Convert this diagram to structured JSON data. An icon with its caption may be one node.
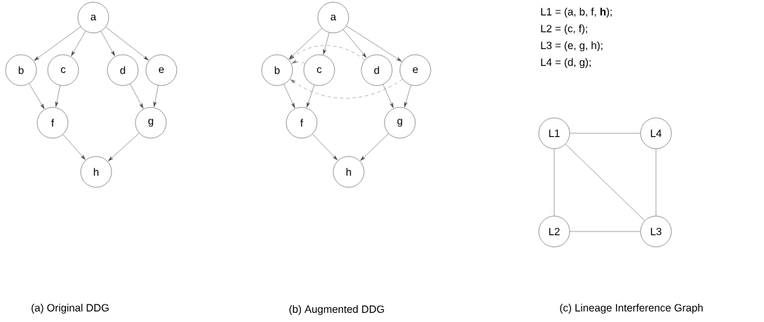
{
  "diagram": {
    "nodes": [
      {
        "text": [
          "a"
        ]
      },
      {
        "text": [
          "b"
        ]
      },
      {
        "text": [
          "c"
        ]
      },
      {
        "text": [
          "d"
        ]
      },
      {
        "text": [
          "e"
        ]
      },
      {
        "text": [
          "f"
        ]
      },
      {
        "text": [
          "g"
        ]
      },
      {
        "text": [
          "h"
        ]
      },
      {
        "text": [
          "a"
        ]
      },
      {
        "text": [
          "b"
        ]
      },
      {
        "text": [
          "c"
        ]
      },
      {
        "text": [
          "d"
        ]
      },
      {
        "text": [
          "e"
        ]
      },
      {
        "text": [
          "f"
        ]
      },
      {
        "text": [
          "g"
        ]
      },
      {
        "text": [
          "h"
        ]
      },
      {
        "text": [
          "L1"
        ]
      },
      {
        "text": [
          "L4"
        ]
      },
      {
        "text": [
          "L2"
        ]
      },
      {
        "text": [
          "L3"
        ]
      }
    ],
    "edges": [
      {
        "from": 0,
        "to": 1,
        "arrow": "to"
      },
      {
        "from": 0,
        "to": 2,
        "arrow": "to"
      },
      {
        "from": 0,
        "to": 3,
        "arrow": "to"
      },
      {
        "from": 0,
        "to": 4,
        "arrow": "to"
      },
      {
        "from": 1,
        "to": 5,
        "arrow": "to"
      },
      {
        "from": 2,
        "to": 5,
        "arrow": "to"
      },
      {
        "from": 3,
        "to": 6,
        "arrow": "to"
      },
      {
        "from": 4,
        "to": 6,
        "arrow": "to"
      },
      {
        "from": 5,
        "to": 7,
        "arrow": "to"
      },
      {
        "from": 6,
        "to": 7,
        "arrow": "to"
      },
      {
        "from": 8,
        "to": 9,
        "arrow": "to"
      },
      {
        "from": 8,
        "to": 10,
        "arrow": "to"
      },
      {
        "from": 8,
        "to": 11,
        "arrow": "to"
      },
      {
        "from": 8,
        "to": 12,
        "arrow": "to"
      },
      {
        "from": 9,
        "to": 13,
        "arrow": "to"
      },
      {
        "from": 10,
        "to": 13,
        "arrow": "to"
      },
      {
        "from": 11,
        "to": 14,
        "arrow": "to"
      },
      {
        "from": 12,
        "to": 14,
        "arrow": "to"
      },
      {
        "from": 13,
        "to": 15,
        "arrow": "to"
      },
      {
        "from": 14,
        "to": 15,
        "arrow": "to"
      },
      {
        "from": 10,
        "to": 9,
        "arrow": "to",
        "style": "dashed",
        "color": "#707070"
      },
      {
        "from": 11,
        "to": 9,
        "arrow": "to",
        "style": "dashed",
        "color": "#707070"
      },
      {
        "from": 12,
        "to": 9,
        "arrow": "to",
        "style": "dashed",
        "color": "#707070"
      },
      {
        "from": 16,
        "to": 17,
        "arrow": "none"
      },
      {
        "from": 16,
        "to": 18,
        "arrow": "none"
      },
      {
        "from": 16,
        "to": 19,
        "arrow": "none"
      },
      {
        "from": 17,
        "to": 19,
        "arrow": "none"
      },
      {
        "from": 18,
        "to": 19,
        "arrow": "none"
      }
    ],
    "labels": [
      "L1 = (a, b, f, **h**);",
      "L2 = (c, f);",
      "L3 = (e, g, h);",
      "L4 = (d, g);",
      "(a) Original DDG",
      "(b) Augmented DDG",
      "(c) Lineage Interference Graph"
    ]
  }
}
